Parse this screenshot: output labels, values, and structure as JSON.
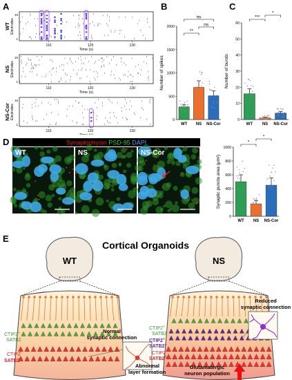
{
  "panels": {
    "a": "A",
    "b": "B",
    "c": "C",
    "d": "D",
    "e": "E"
  },
  "panel_a": {
    "rows": [
      {
        "label": "WT",
        "ticks": [
          "110",
          "120",
          "130"
        ],
        "xlabel": "Time (s)",
        "ylabel": "Electrodes",
        "ytop": "16",
        "ybot": "1"
      },
      {
        "label": "NS",
        "ticks": [
          "110",
          "120",
          "130"
        ],
        "xlabel": "Time (s)",
        "ylabel": "Electrodes",
        "ytop": "16",
        "ybot": "1"
      },
      {
        "label": "NS-Cor",
        "ticks": [
          "110",
          "120",
          "130"
        ],
        "xlabel": "Time (s)",
        "ylabel": "Electrodes",
        "ytop": "16",
        "ybot": "1"
      }
    ],
    "highlight_color": "#9b30ff"
  },
  "chart_data": [
    {
      "type": "bar",
      "panel": "B",
      "categories": [
        "WT",
        "NS",
        "NS-Cor"
      ],
      "values": [
        270,
        690,
        510
      ],
      "errors": [
        45,
        140,
        105
      ],
      "colors": [
        "#2e9e55",
        "#ec6f2d",
        "#2a6ebb"
      ],
      "ylabel": "Number of spikes",
      "ylim": [
        0,
        2000
      ],
      "yticks": [
        0,
        500,
        1000,
        1500,
        2000
      ],
      "sig": [
        "**",
        "ns",
        "ns"
      ]
    },
    {
      "type": "bar",
      "panel": "C",
      "categories": [
        "WT",
        "NS",
        "NS-Cor"
      ],
      "values": [
        16,
        1,
        4
      ],
      "errors": [
        3,
        0.6,
        1
      ],
      "colors": [
        "#2e9e55",
        "#ec6f2d",
        "#2a6ebb"
      ],
      "ylabel": "Number of bursts",
      "ylim": [
        0,
        60
      ],
      "yticks": [
        0,
        10,
        20,
        30,
        40,
        50,
        60
      ],
      "sig": [
        "***",
        "*"
      ]
    },
    {
      "type": "bar",
      "panel": "D",
      "categories": [
        "WT",
        "NS",
        "NS-Cor"
      ],
      "values": [
        500,
        180,
        450
      ],
      "errors": [
        100,
        45,
        105
      ],
      "colors": [
        "#2e9e55",
        "#ec6f2d",
        "#2a6ebb"
      ],
      "ylabel": "Synaptic puncta area (μm²)",
      "ylim": [
        0,
        1000
      ],
      "yticks": [
        0,
        200,
        400,
        600,
        800,
        1000
      ],
      "sig": [
        "*",
        "*"
      ]
    }
  ],
  "panel_d": {
    "title_parts": [
      {
        "t": "Synaptophysin",
        "c": "#e02020"
      },
      {
        "t": " PSD-95",
        "c": "#30d030"
      },
      {
        "t": " DAPI",
        "c": "#4aa0ff"
      }
    ],
    "images": [
      "WT",
      "NS",
      "NS-Cor"
    ]
  },
  "panel_e": {
    "title": "Cortical Organoids",
    "left": {
      "label": "WT",
      "layer_top_a": "CTIP2",
      "layer_top_b": "SATB2",
      "layer_bot_a": "CTIP2",
      "layer_bot_b": "SATB2",
      "caption": "Normal synaptic connection"
    },
    "right": {
      "label": "NS",
      "layer1_a": "CTIP2",
      "layer1_b": "SATB2",
      "layer2_a": "CTIP2",
      "layer2_b": "SATB2",
      "layer3_a": "CTIP2",
      "layer3_b": "SATB2",
      "caption": "Reduced synaptic connection",
      "note1": "Abnormal",
      "note1b": "layer formation",
      "note2": "Glutamatergic",
      "note2b": "neuron population"
    }
  }
}
